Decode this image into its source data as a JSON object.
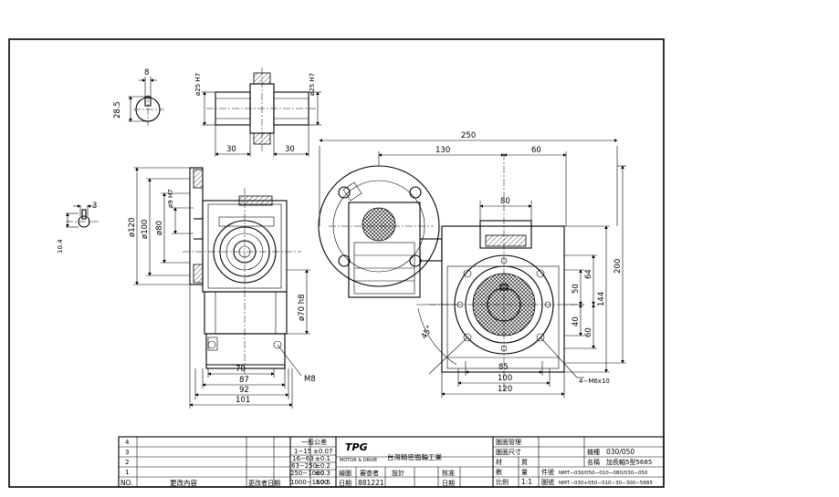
{
  "shaft": {
    "dia_left": "ø25 H7",
    "dia_right": "ø25 H7",
    "len_left": "30",
    "len_right": "30",
    "key_w": "8",
    "key_h": "28.5"
  },
  "side": {
    "d120": "ø120",
    "d100": "ø100",
    "d80": "ø80",
    "d9h7": "ø9 H7",
    "key3": "3",
    "key104": "10.4",
    "d70h8": "ø70 h8",
    "w70": "70",
    "w87": "87",
    "w92": "92",
    "w101": "101",
    "m8": "M8"
  },
  "front": {
    "d250": "250",
    "d130": "130",
    "d60top": "60",
    "d80": "80",
    "d50": "50",
    "d64": "64",
    "d144": "144",
    "d200": "200",
    "d40": "40",
    "d60right": "60",
    "d85": "85",
    "d100": "100",
    "d120": "120",
    "d45": "45°",
    "bolts": "4−M6x10"
  },
  "titleblock": {
    "tol_header": "一般公差",
    "tol_rows": [
      {
        "range": "1−15",
        "val": "±0.07"
      },
      {
        "range": "16−63",
        "val": "±0.1"
      },
      {
        "range": "63−250",
        "val": "±0.2"
      },
      {
        "range": "250−1000",
        "val": "±0.3"
      },
      {
        "range": "1000−1500",
        "val": "±0.5"
      }
    ],
    "rev_marks": [
      "4",
      "3",
      "2",
      "1"
    ],
    "rev_no": "NO.",
    "rev_content": "更改內容",
    "rev_date": "更改者日期",
    "logo": "TPG",
    "logo_sub": "MOTOR & DRIVE",
    "company": "台灣精密齒輪工業",
    "draw_label": "繪圖",
    "audit_label": "審查者",
    "design_label": "設計",
    "date_label": "日期",
    "date_val": "881221",
    "approve_label": "核准",
    "date2_label": "日期",
    "r1": "圖面管理",
    "r2": "圖面尺寸",
    "r3a": "材",
    "r3b": "質",
    "r4a": "數",
    "r4b": "量",
    "r5a": "比例",
    "r5b": "1:1",
    "model_label": "機種",
    "model_val": "030/050",
    "part_label": "名稱",
    "part_val": "加長軸5型5685",
    "partno_label": "件號",
    "partno_val": "NMT−030/050−010−080/030−050",
    "drawno_label": "圖號",
    "drawno_val": "NMT−030+050−010−30−300−5685"
  }
}
